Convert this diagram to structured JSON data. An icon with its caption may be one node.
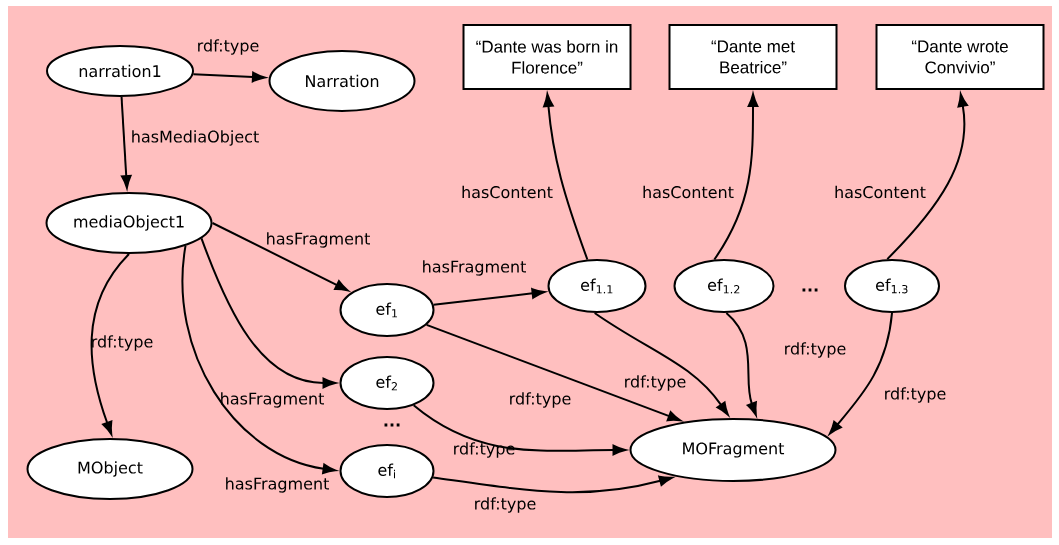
{
  "diagram": {
    "nodes": [
      {
        "text": [
          "narration1"
        ]
      },
      {
        "text": [
          "Narration"
        ]
      },
      {
        "text": [
          "mediaObject1"
        ]
      },
      {
        "text": [
          "MObject"
        ]
      },
      {
        "text": [
          "ef$_{1}$"
        ]
      },
      {
        "text": [
          "ef$_{2}$"
        ]
      },
      {
        "text": [
          "ef$_{i}$"
        ]
      },
      {
        "text": [
          "“Dante was born in Florence”"
        ]
      },
      {
        "text": [
          "“Dante met Beatrice”"
        ]
      },
      {
        "text": [
          "“Dante wrote Convivio”"
        ]
      },
      {
        "text": [
          "ef$_{1.1}$"
        ]
      },
      {
        "text": [
          "ef$_{1.2}$"
        ]
      },
      {
        "text": [
          "ef$_{1.3}$"
        ]
      },
      {
        "text": [
          "MOFragment"
        ]
      }
    ],
    "edges": [
      {
        "from": 0,
        "to": 1,
        "arrow": "to",
        "label": "rdf:type"
      },
      {
        "from": 0,
        "to": 2,
        "arrow": "to",
        "label": "hasMediaObject"
      },
      {
        "from": 2,
        "to": 3,
        "arrow": "to",
        "label": "rdf:type"
      },
      {
        "from": 2,
        "to": 4,
        "arrow": "to",
        "label": "hasFragment"
      },
      {
        "from": 2,
        "to": 5,
        "arrow": "to",
        "label": "hasFragment"
      },
      {
        "from": 2,
        "to": 6,
        "arrow": "to",
        "label": "hasFragment"
      },
      {
        "from": 4,
        "to": 10,
        "arrow": "to",
        "label": "hasFragment"
      },
      {
        "from": 10,
        "to": 7,
        "arrow": "to",
        "label": "hasContent"
      },
      {
        "from": 11,
        "to": 8,
        "arrow": "to",
        "label": "hasContent"
      },
      {
        "from": 12,
        "to": 9,
        "arrow": "to",
        "label": "hasContent"
      },
      {
        "from": 4,
        "to": 13,
        "arrow": "to",
        "label": "rdf:type"
      },
      {
        "from": 10,
        "to": 13,
        "arrow": "to",
        "label": "rdf:type"
      },
      {
        "from": 11,
        "to": 13,
        "arrow": "to",
        "label": "rdf:type"
      },
      {
        "from": 12,
        "to": 13,
        "arrow": "to",
        "label": "rdf:type"
      },
      {
        "from": 5,
        "to": 13,
        "arrow": "to",
        "label": "rdf:type"
      },
      {
        "from": 6,
        "to": 13,
        "arrow": "to",
        "label": "rdf:type"
      }
    ],
    "labels": [
      "...",
      "..."
    ]
  }
}
